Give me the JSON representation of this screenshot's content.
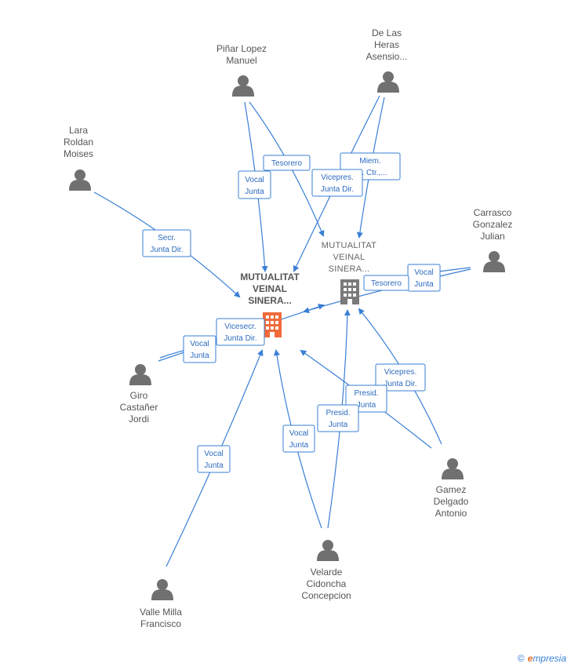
{
  "companies": [
    {
      "id": "c1",
      "label": [
        "MUTUALITAT",
        "VEINAL",
        "SINERA..."
      ],
      "color": "#f06a3a"
    },
    {
      "id": "c2",
      "label": [
        "MUTUALITAT",
        "VEINAL",
        "SINERA..."
      ],
      "color": "#7a7a7a"
    }
  ],
  "persons": [
    {
      "id": "p_pinar",
      "label": [
        "Piñar Lopez",
        "Manuel"
      ]
    },
    {
      "id": "p_delas",
      "label": [
        "De Las",
        "Heras",
        "Asensio..."
      ]
    },
    {
      "id": "p_lara",
      "label": [
        "Lara",
        "Roldan",
        "Moises"
      ]
    },
    {
      "id": "p_carrasco",
      "label": [
        "Carrasco",
        "Gonzalez",
        "Julian"
      ]
    },
    {
      "id": "p_giro",
      "label": [
        "Giro",
        "Castañer",
        "Jordi"
      ]
    },
    {
      "id": "p_gamez",
      "label": [
        "Gamez",
        "Delgado",
        "Antonio"
      ]
    },
    {
      "id": "p_velarde",
      "label": [
        "Velarde",
        "Cidoncha",
        "Concepcion"
      ]
    },
    {
      "id": "p_valle",
      "label": [
        "Valle Milla",
        "Francisco"
      ]
    }
  ],
  "relations": [
    {
      "label": [
        "Vocal",
        "Junta"
      ]
    },
    {
      "label": [
        "Tesorero"
      ]
    },
    {
      "label": [
        "Vicepres.",
        "Junta Dir."
      ]
    },
    {
      "label": [
        "Miem.",
        "..n. Ctr.,..."
      ]
    },
    {
      "label": [
        "Secr.",
        "Junta Dir."
      ]
    },
    {
      "label": [
        "Vocal",
        "Junta"
      ]
    },
    {
      "label": [
        "Tesorero"
      ]
    },
    {
      "label": [
        "Vicesecr.",
        "Junta Dir."
      ]
    },
    {
      "label": [
        "Vocal",
        "Junta"
      ]
    },
    {
      "label": [
        "Vicepres.",
        "Junta Dir."
      ]
    },
    {
      "label": [
        "Presid.",
        "Junta"
      ]
    },
    {
      "label": [
        "Presid.",
        "Junta"
      ]
    },
    {
      "label": [
        "Vocal",
        "Junta"
      ]
    },
    {
      "label": [
        "Vocal",
        "Junta"
      ]
    }
  ],
  "footer": {
    "copyright": "©",
    "brand_first": "e",
    "brand_rest": "mpresia"
  }
}
